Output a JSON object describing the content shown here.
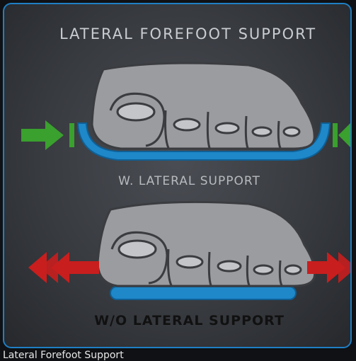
{
  "diagram": {
    "title": "LATERAL FOREFOOT SUPPORT",
    "top_label": "W. LATERAL SUPPORT",
    "bottom_label": "W/O LATERAL SUPPORT"
  },
  "caption": "Lateral Forefoot Support",
  "colors": {
    "panel_border": "#1f7fc4",
    "support_blue": "#1e88c9",
    "compress_arrow_green": "#3aa02e",
    "spread_arrow_red": "#c81e1e",
    "foot_gray": "#9a9c9f"
  },
  "icons": {
    "top_illustration": "foot-with-lateral-support",
    "bottom_illustration": "foot-without-lateral-support"
  }
}
